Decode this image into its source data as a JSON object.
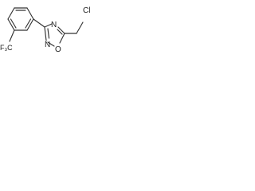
{
  "molecule": {
    "labels": {
      "cl": "Cl",
      "n_top": "N",
      "n_bottom": "N",
      "o": "O",
      "cf3": "F₃C"
    }
  }
}
